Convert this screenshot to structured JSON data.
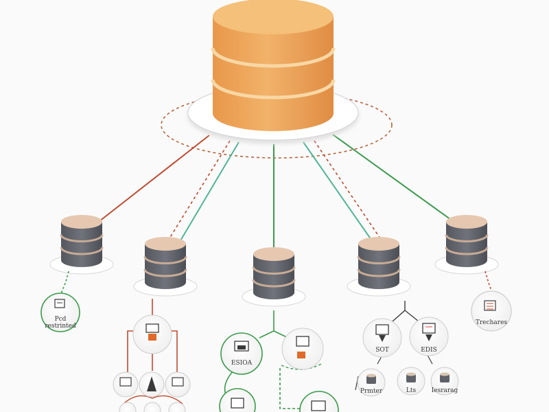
{
  "colors": {
    "background": "#fafafa",
    "main_db_top": "#f4c07a",
    "main_db_side": "#eda659",
    "main_db_band": "#f7d29a",
    "node_db_top": "#e6c8b0",
    "node_db_side": "#5f6168",
    "node_db_band": "#c7ab96",
    "link_red": "#c0492e",
    "link_red_dashed": "#b85a34",
    "link_teal": "#4fb596",
    "link_green": "#3a9a4a",
    "link_green_dashed": "#2f8e44",
    "icon_accent": "#e06a2a",
    "icon_dark": "#3a3a3a",
    "bubble_fill": "#ffffff",
    "bubble_stroke": "#cccccc"
  },
  "main_database": {
    "name": "database-icon"
  },
  "nodes": [
    {
      "id": "node-1",
      "icon": "database-icon"
    },
    {
      "id": "node-2",
      "icon": "database-icon"
    },
    {
      "id": "node-3",
      "icon": "database-icon"
    },
    {
      "id": "node-4",
      "icon": "database-icon"
    },
    {
      "id": "node-5",
      "icon": "database-icon"
    }
  ],
  "labels": {
    "node1_bubble": "Pcd",
    "node1_bubble_sub": "restrinted",
    "node5_bubble": "Trechares",
    "node3_left_bubble": "ESIOA",
    "node4_left_bubble": "SOT",
    "node4_right_bubble": "EDIS",
    "leaf_1": "Prmter",
    "leaf_2": "Lts",
    "leaf_3": "Iesrarag"
  }
}
